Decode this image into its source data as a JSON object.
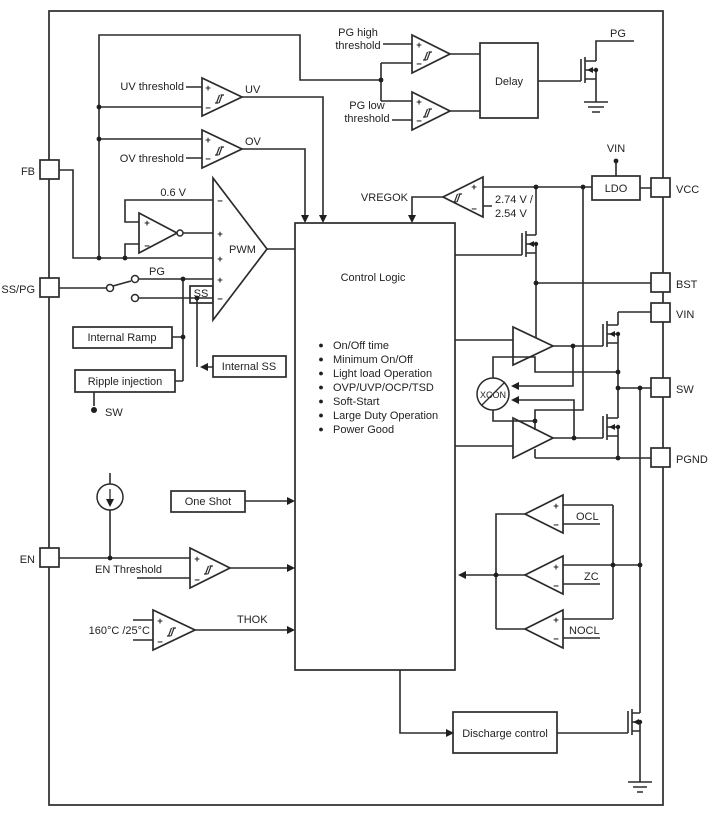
{
  "sym": {
    "plus": "+",
    "minus": "−"
  },
  "pins": {
    "fb": "FB",
    "sspg": "SS/PG",
    "en": "EN",
    "vcc": "VCC",
    "bst": "BST",
    "vin": "VIN",
    "sw": "SW",
    "pgnd": "PGND"
  },
  "blocks": {
    "delay": "Delay",
    "ldo": "LDO",
    "control_logic": "Control Logic",
    "one_shot": "One Shot",
    "internal_ramp": "Internal Ramp",
    "internal_ss": "Internal SS",
    "ripple_injection": "Ripple injection",
    "discharge_control": "Discharge control"
  },
  "labels": {
    "pg_high_1": "PG high",
    "pg_high_2": "threshold",
    "pg_low_1": "PG low",
    "pg_low_2": "threshold",
    "pg_out": "PG",
    "uv_threshold": "UV threshold",
    "uv": "UV",
    "ov_threshold": "OV threshold",
    "ov": "OV",
    "vref": "0.6 V",
    "pwm": "PWM",
    "pg_switch": "PG",
    "ss": "SS",
    "sw_tap": "SW",
    "vregok": "VREGOK",
    "vreg_hi": "2.74 V /",
    "vreg_lo": "2.54 V",
    "vin_top": "VIN",
    "xcon": "XCON",
    "en_threshold": "EN Threshold",
    "temp": "160°C /25°C",
    "thok": "THOK",
    "ocl": "OCL",
    "zc": "ZC",
    "nocl": "NOCL"
  },
  "features": [
    "On/Off time",
    "Minimum On/Off",
    "Light load Operation",
    "OVP/UVP/OCP/TSD",
    "Soft-Start",
    "Large Duty Operation",
    "Power Good"
  ],
  "colors": {
    "line": "#2b2b2b",
    "background": "#ffffff"
  }
}
